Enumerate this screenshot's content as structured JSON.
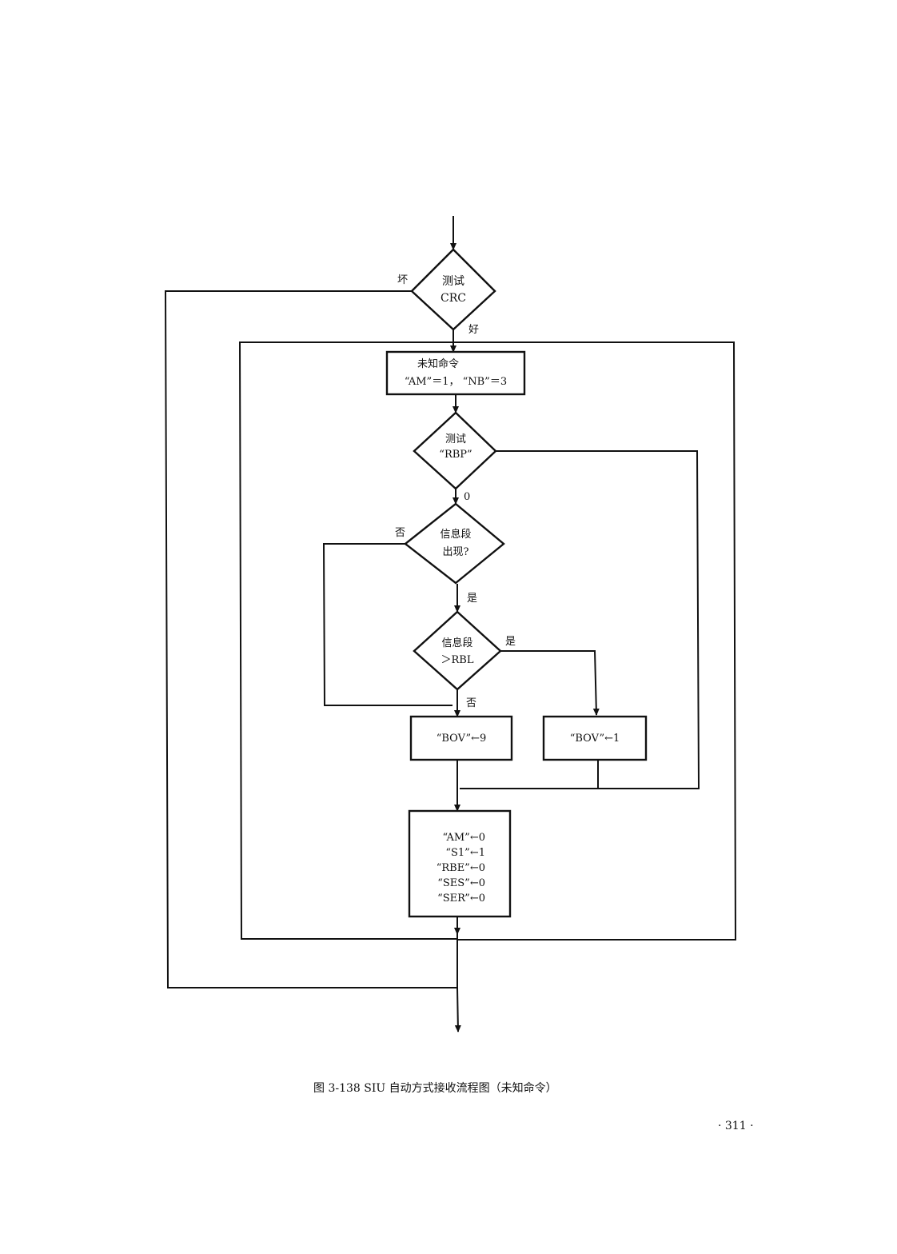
{
  "nodes": {
    "test_crc": [
      "测试",
      "CRC"
    ],
    "unknown_cmd": [
      "未知命令",
      "“AM”＝1，  “NB”＝3"
    ],
    "test_rbp": [
      "测试",
      "“RBP”"
    ],
    "info_present": [
      "信息段",
      "出现?"
    ],
    "info_gt_rbl": [
      "信息段",
      "＞RBL"
    ],
    "bov9": "“BOV”←9",
    "bov1": "“BOV”←1",
    "reset_block": [
      "“AM”←0",
      "“S1”←1",
      "“RBE”←0",
      "“SES”←0",
      "“SER”←0"
    ]
  },
  "labels": {
    "crc_bad": "坏",
    "crc_good": "好",
    "rbp_zero": "0",
    "present_no": "否",
    "present_yes": "是",
    "rbl_yes": "是",
    "rbl_no": "否"
  },
  "caption": "图 3-138   SIU 自动方式接收流程图（未知命令）",
  "page_number": "· 311 ·"
}
